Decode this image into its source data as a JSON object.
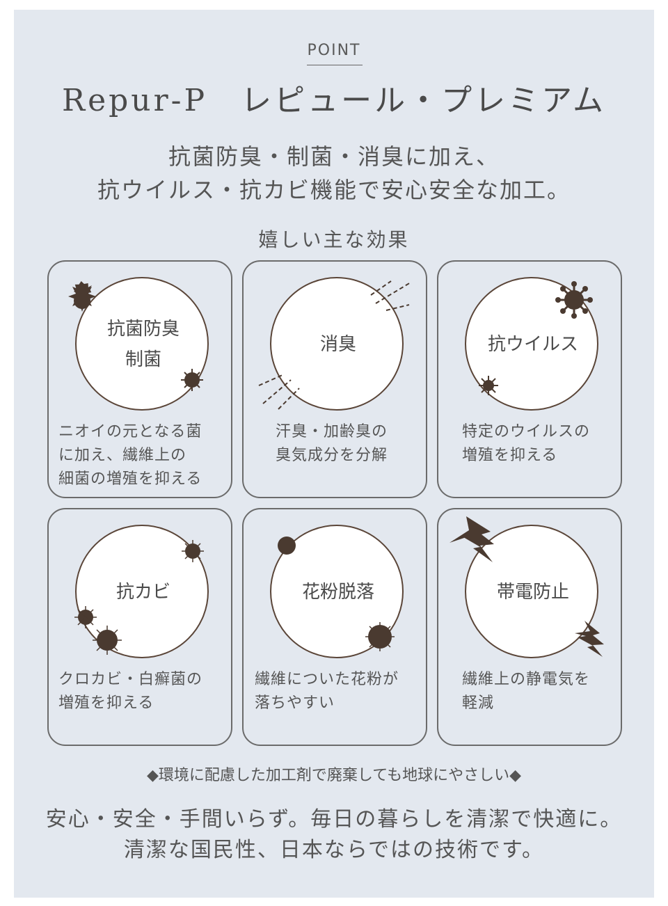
{
  "header": {
    "point": "POINT",
    "title": "Repur-P　レピュール・プレミアム"
  },
  "subtitle": {
    "line1": "抗菌防臭・制菌・消臭に加え、",
    "line2": "抗ウイルス・抗カビ機能で安心安全な加工。"
  },
  "effects_heading": "嬉しい主な効果",
  "cards": [
    {
      "label_line1": "抗菌防臭",
      "label_line2": "制菌",
      "desc_line1": "ニオイの元となる菌",
      "desc_line2": "に加え、繊維上の",
      "desc_line3": "細菌の増殖を抑える",
      "icon": "bacteria-icon"
    },
    {
      "label_line1": "消臭",
      "label_line2": "",
      "desc_line1": "汗臭・加齢臭の",
      "desc_line2": "臭気成分を分解",
      "desc_line3": "",
      "icon": "odor-lines-icon"
    },
    {
      "label_line1": "抗ウイルス",
      "label_line2": "",
      "desc_line1": "特定のウイルスの",
      "desc_line2": "増殖を抑える",
      "desc_line3": "",
      "icon": "virus-icon"
    },
    {
      "label_line1": "抗カビ",
      "label_line2": "",
      "desc_line1": "クロカビ・白癬菌の",
      "desc_line2": "増殖を抑える",
      "desc_line3": "",
      "icon": "mold-icon"
    },
    {
      "label_line1": "花粉脱落",
      "label_line2": "",
      "desc_line1": "繊維についた花粉が",
      "desc_line2": "落ちやすい",
      "desc_line3": "",
      "icon": "pollen-icon"
    },
    {
      "label_line1": "帯電防止",
      "label_line2": "",
      "desc_line1": "繊維上の静電気を",
      "desc_line2": "軽減",
      "desc_line3": "",
      "icon": "lightning-icon"
    }
  ],
  "note": "◆環境に配慮した加工剤で廃棄しても地球にやさしい◆",
  "bottom": {
    "line1": "安心・安全・手間いらず。毎日の暮らしを清潔で快適に。",
    "line2": "清潔な国民性、日本ならではの技術です。"
  },
  "colors": {
    "panel": "#e3e8ef",
    "icon": "#4a3a30",
    "border": "#6b6b6b"
  }
}
